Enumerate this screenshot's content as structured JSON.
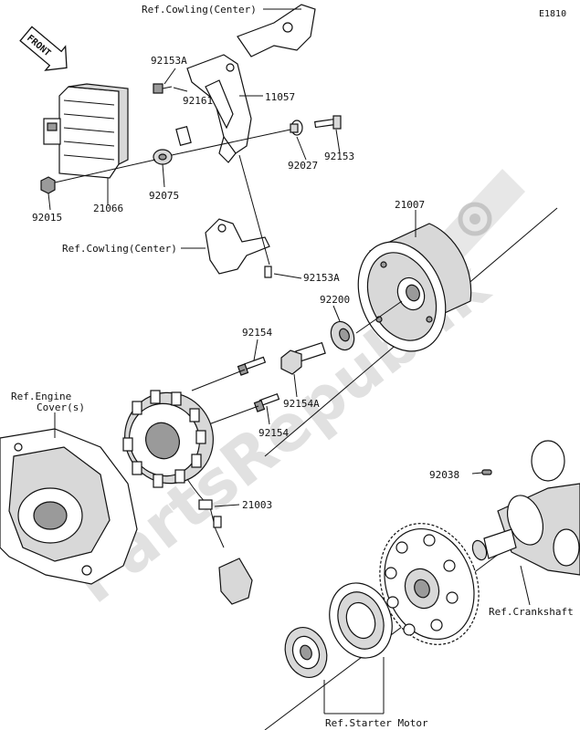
{
  "diagram_code": "E1810",
  "front_label": "FRONT",
  "watermark": "PartsRepublik",
  "labels": {
    "ref_cowling_top": "Ref.Cowling(Center)",
    "ref_cowling_mid": "Ref.Cowling(Center)",
    "ref_engine_cover_1": "Ref.Engine",
    "ref_engine_cover_2": "Cover(s)",
    "ref_crankshaft": "Ref.Crankshaft",
    "ref_starter_motor": "Ref.Starter Motor"
  },
  "parts": {
    "p92153A_top": "92153A",
    "p92161": "92161",
    "p11057": "11057",
    "p92153": "92153",
    "p92027": "92027",
    "p92075": "92075",
    "p92015": "92015",
    "p21066": "21066",
    "p21007": "21007",
    "p92153A_mid": "92153A",
    "p92200": "92200",
    "p92154_top": "92154",
    "p92154A": "92154A",
    "p92154_bot": "92154",
    "p21003": "21003",
    "p92038": "92038"
  }
}
